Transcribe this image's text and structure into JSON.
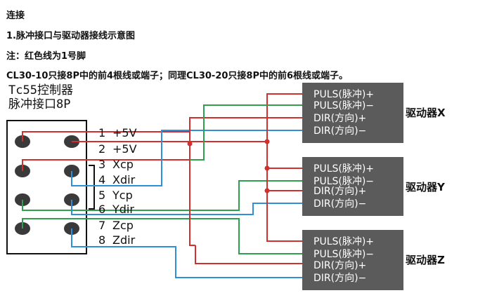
{
  "header": {
    "heading": "连接",
    "item1": "1.脉冲接口与驱动器接线示意图",
    "note": "注：红色线为1号脚",
    "desc": "CL30-10只接8P中的前4根线或端子；同理CL30-20只接8P中的前6根线或端子。"
  },
  "controller": {
    "title_line1": "Tc55控制器",
    "title_line2": "脉冲接口8P",
    "pins": [
      {
        "num": "1",
        "name": "+5V"
      },
      {
        "num": "2",
        "name": "+5V"
      },
      {
        "num": "3",
        "name": "Xcp"
      },
      {
        "num": "4",
        "name": "Xdir"
      },
      {
        "num": "5",
        "name": "Ycp"
      },
      {
        "num": "6",
        "name": "Ydir"
      },
      {
        "num": "7",
        "name": "Zcp"
      },
      {
        "num": "8",
        "name": "Zdir"
      }
    ]
  },
  "drivers": [
    {
      "name": "驱动器X",
      "signals": [
        "PULS(脉冲)+",
        "PULS(脉冲)−",
        "DIR(方向)+",
        "DIR(方向)−"
      ]
    },
    {
      "name": "驱动器Y",
      "signals": [
        "PULS(脉冲)+",
        "PULS(脉冲)−",
        "DIR(方向)+",
        "DIR(方向)−"
      ]
    },
    {
      "name": "驱动器Z",
      "signals": [
        "PULS(脉冲)+",
        "PULS(脉冲)−",
        "DIR(方向)+",
        "DIR(方向)−"
      ]
    }
  ],
  "colors": {
    "red_wire": "#d32f2f",
    "green_wire": "#2e9e4f",
    "blue_wire": "#2f8fd8",
    "driver_box": "#5b5b5b"
  }
}
